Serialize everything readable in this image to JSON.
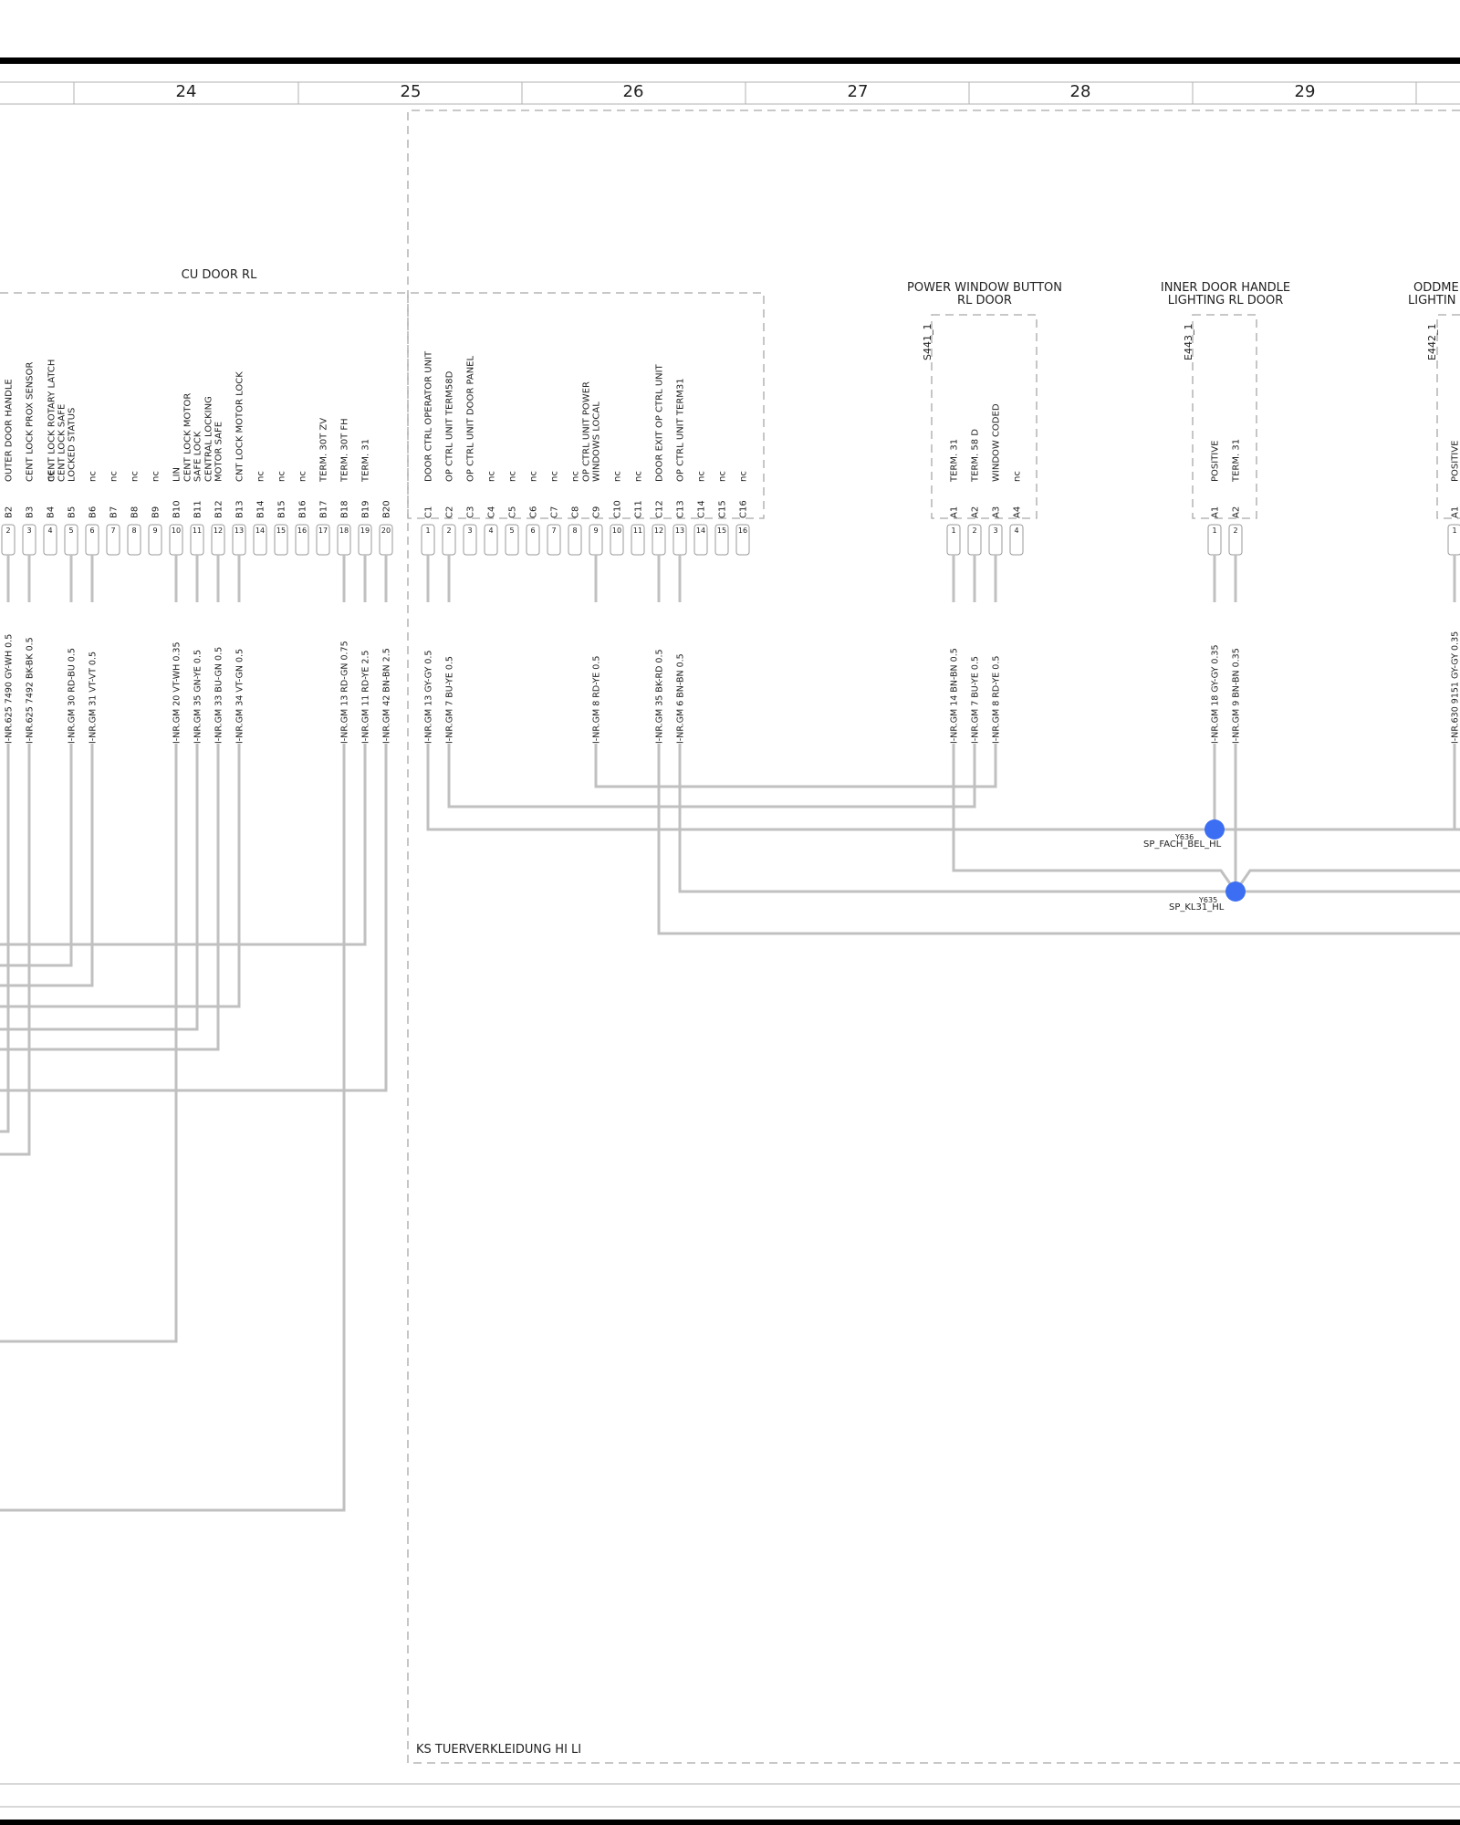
{
  "columns": [
    "24",
    "25",
    "26",
    "27",
    "28",
    "29"
  ],
  "frame_label": "KS TUERVERKLEIDUNG HI LI",
  "cu_door": {
    "title": "CU DOOR RL",
    "b_pins": [
      {
        "id": "B2",
        "num": "2",
        "label": "OUTER DOOR HANDLE",
        "wire": "I-NR.625  7490  GY-WH 0.5"
      },
      {
        "id": "B3",
        "num": "3",
        "label": "CENT LOCK PROX SENSOR",
        "wire": "I-NR.625  7492  BK-BK 0.5"
      },
      {
        "id": "B4",
        "num": "4",
        "label": "nc",
        "wire": ""
      },
      {
        "id": "B5",
        "num": "5",
        "label": "CENT LOCK ROTARY LATCH|CENT LOCK SAFE|LOCKED STATUS",
        "wire": "I-NR.GM  30  RD-BU 0.5"
      },
      {
        "id": "B6",
        "num": "6",
        "label": "nc",
        "wire": "I-NR.GM  31  VT-VT 0.5"
      },
      {
        "id": "B7",
        "num": "7",
        "label": "nc",
        "wire": ""
      },
      {
        "id": "B8",
        "num": "8",
        "label": "nc",
        "wire": ""
      },
      {
        "id": "B9",
        "num": "9",
        "label": "nc",
        "wire": ""
      },
      {
        "id": "B10",
        "num": "10",
        "label": "LIN",
        "wire": "I-NR.GM  20  VT-WH 0.35"
      },
      {
        "id": "B11",
        "num": "11",
        "label": "CENT LOCK MOTOR|SAFE LOCK",
        "wire": "I-NR.GM  35  GN-YE 0.5"
      },
      {
        "id": "B12",
        "num": "12",
        "label": "CENTRAL LOCKING|MOTOR SAFE",
        "wire": "I-NR.GM  33  BU-GN 0.5"
      },
      {
        "id": "B13",
        "num": "13",
        "label": "CNT LOCK MOTOR LOCK",
        "wire": "I-NR.GM  34  VT-GN 0.5"
      },
      {
        "id": "B14",
        "num": "14",
        "label": "nc",
        "wire": ""
      },
      {
        "id": "B15",
        "num": "15",
        "label": "nc",
        "wire": ""
      },
      {
        "id": "B16",
        "num": "16",
        "label": "nc",
        "wire": ""
      },
      {
        "id": "B17",
        "num": "17",
        "label": "TERM. 30T ZV",
        "wire": ""
      },
      {
        "id": "B18",
        "num": "18",
        "label": "TERM. 30T FH",
        "wire": "I-NR.GM  13  RD-GN 0.75"
      },
      {
        "id": "B19",
        "num": "19",
        "label": "TERM. 31",
        "wire": "I-NR.GM  11  RD-YE 2.5"
      },
      {
        "id": "B20",
        "num": "20",
        "label": "",
        "wire": "I-NR.GM  42  BN-BN 2.5"
      }
    ],
    "c_pins": [
      {
        "id": "C1",
        "num": "1",
        "label": "DOOR CTRL OPERATOR UNIT",
        "wire": "I-NR.GM  13  GY-GY 0.5"
      },
      {
        "id": "C2",
        "num": "2",
        "label": "OP CTRL UNIT TERM58D",
        "wire": "I-NR.GM  7  BU-YE 0.5"
      },
      {
        "id": "C3",
        "num": "3",
        "label": "OP CTRL UNIT DOOR PANEL",
        "wire": ""
      },
      {
        "id": "C4",
        "num": "4",
        "label": "nc",
        "wire": ""
      },
      {
        "id": "C5",
        "num": "5",
        "label": "nc",
        "wire": ""
      },
      {
        "id": "C6",
        "num": "6",
        "label": "nc",
        "wire": ""
      },
      {
        "id": "C7",
        "num": "7",
        "label": "nc",
        "wire": ""
      },
      {
        "id": "C8",
        "num": "8",
        "label": "nc",
        "wire": ""
      },
      {
        "id": "C9",
        "num": "9",
        "label": "OP CTRL UNIT POWER|WINDOWS LOCAL",
        "wire": "I-NR.GM  8  RD-YE 0.5"
      },
      {
        "id": "C10",
        "num": "10",
        "label": "nc",
        "wire": ""
      },
      {
        "id": "C11",
        "num": "11",
        "label": "nc",
        "wire": ""
      },
      {
        "id": "C12",
        "num": "12",
        "label": "DOOR EXIT OP CTRL UNIT",
        "wire": "I-NR.GM  35  BK-RD 0.5"
      },
      {
        "id": "C13",
        "num": "13",
        "label": "OP CTRL UNIT TERM31",
        "wire": "I-NR.GM  6  BN-BN 0.5"
      },
      {
        "id": "C14",
        "num": "14",
        "label": "nc",
        "wire": ""
      },
      {
        "id": "C15",
        "num": "15",
        "label": "nc",
        "wire": ""
      },
      {
        "id": "C16",
        "num": "16",
        "label": "nc",
        "wire": ""
      }
    ]
  },
  "power_window": {
    "title_line1": "POWER WINDOW BUTTON",
    "title_line2": "RL DOOR",
    "ref": "S441_1",
    "pins": [
      {
        "id": "A1",
        "num": "1",
        "label": "TERM. 31",
        "wire": "I-NR.GM  14  BN-BN 0.5"
      },
      {
        "id": "A2",
        "num": "2",
        "label": "TERM. 58 D",
        "wire": "I-NR.GM  7  BU-YE 0.5"
      },
      {
        "id": "A3",
        "num": "3",
        "label": "WINDOW CODED",
        "wire": "I-NR.GM  8  RD-YE 0.5"
      },
      {
        "id": "A4",
        "num": "4",
        "label": "nc",
        "wire": ""
      }
    ]
  },
  "inner_handle": {
    "title_line1": "INNER DOOR HANDLE",
    "title_line2": "LIGHTING RL DOOR",
    "ref": "E443_1",
    "pins": [
      {
        "id": "A1",
        "num": "1",
        "label": "POSITIVE",
        "wire": "I-NR.GM  18  GY-GY 0.35"
      },
      {
        "id": "A2",
        "num": "2",
        "label": "TERM. 31",
        "wire": "I-NR.GM  9  BN-BN 0.35"
      }
    ]
  },
  "oddments": {
    "title_line1": "ODDME",
    "title_line2": "LIGHTIN",
    "ref": "E442_1",
    "pins": [
      {
        "id": "A1",
        "num": "1",
        "label": "POSITIVE",
        "wire": "I-NR.630  9151  GY-GY 0.35"
      }
    ]
  },
  "splices": [
    {
      "id": "Y636",
      "name": "SP_FACH_BEL_HL"
    },
    {
      "id": "Y635",
      "name": "SP_KL31_HL"
    }
  ]
}
